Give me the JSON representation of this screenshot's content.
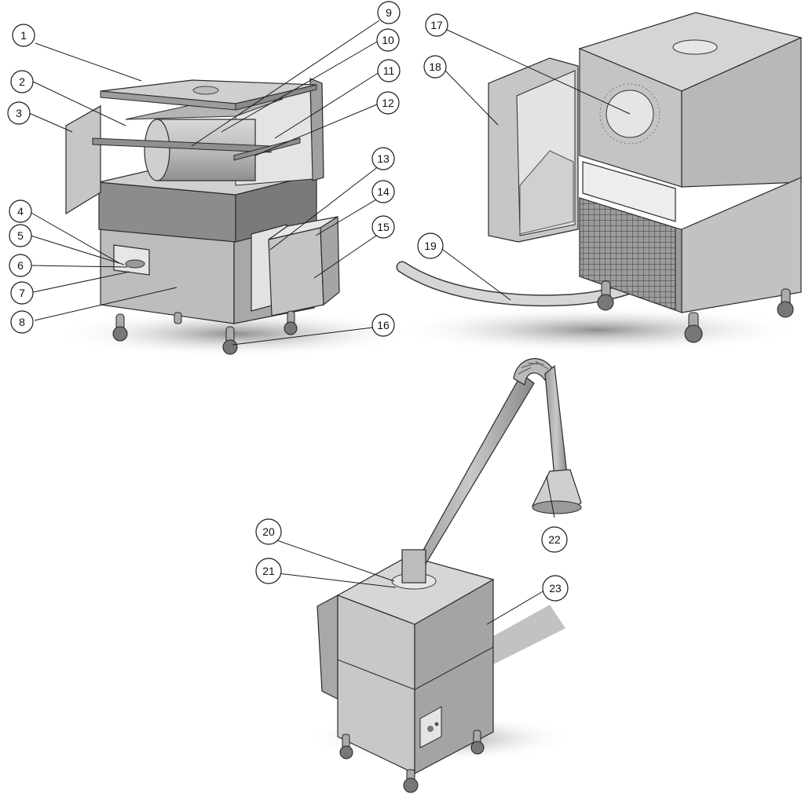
{
  "colors": {
    "background": "#ffffff",
    "panel_light": "#d7d7d7",
    "panel_mid": "#bdbdbd",
    "panel_dark": "#8c8c8c",
    "panel_darker": "#6e6e6e",
    "outline": "#2b2b2b",
    "shadow": "#9a9a9a",
    "callout_stroke": "#1a1a1a",
    "callout_fill": "#ffffff"
  },
  "views": [
    {
      "name": "open-filter-cart-view"
    },
    {
      "name": "rear-door-open-view"
    },
    {
      "name": "extraction-unit-with-arm-view"
    }
  ],
  "callouts": [
    "1",
    "2",
    "3",
    "4",
    "5",
    "6",
    "7",
    "8",
    "9",
    "10",
    "11",
    "12",
    "13",
    "14",
    "15",
    "16",
    "17",
    "18",
    "19",
    "20",
    "21",
    "22",
    "23"
  ]
}
